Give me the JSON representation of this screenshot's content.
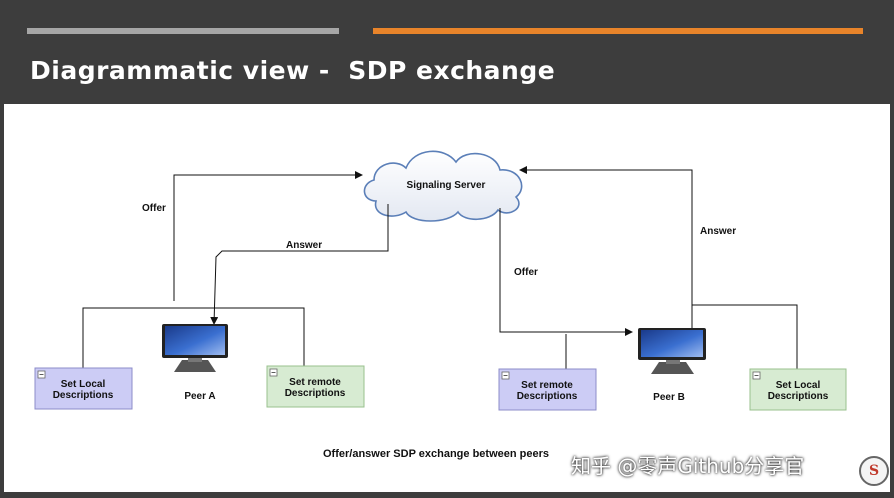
{
  "slide": {
    "title": "Diagrammatic view -  SDP exchange"
  },
  "diagram": {
    "server_label": "Signaling Server",
    "peer_a_label": "Peer A",
    "peer_b_label": "Peer B",
    "left_offer_label": "Offer",
    "left_answer_label": "Answer",
    "right_offer_label": "Offer",
    "right_answer_label": "Answer",
    "box_a_left": [
      "Set Local",
      "Descriptions"
    ],
    "box_a_right": [
      "Set remote",
      "Descriptions"
    ],
    "box_b_left": [
      "Set remote",
      "Descriptions"
    ],
    "box_b_right": [
      "Set Local",
      "Descriptions"
    ],
    "caption": "Offer/answer SDP exchange between peers",
    "colors": {
      "purple_box": "#ccccf5",
      "green_box": "#d7ebd2",
      "accent_orange": "#e8842a"
    }
  },
  "watermark": {
    "text": "知乎 @零声Github分享官",
    "logo_text": "S"
  }
}
